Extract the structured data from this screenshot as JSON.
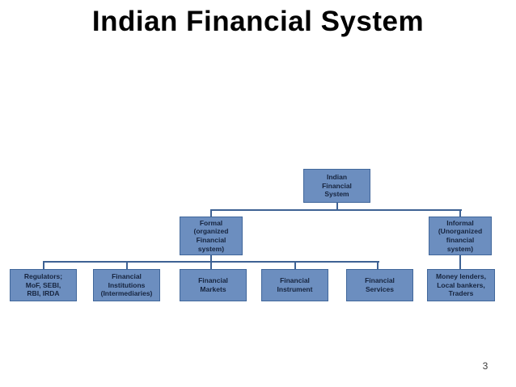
{
  "slide": {
    "title": "Indian Financial System",
    "page_number": "3"
  },
  "colors": {
    "box_fill": "#6C8EBF",
    "box_border": "#41679B",
    "connector": "#3E6294",
    "box_text": "#16243E",
    "title_text": "#000000",
    "page_number_text": "#3C3C3C",
    "background": "#FFFFFF"
  },
  "diagram": {
    "nodes": {
      "root": {
        "label": "Indian\nFinancial\nSystem"
      },
      "formal": {
        "label": "Formal\n(organized\nFinancial\nsystem)"
      },
      "informal": {
        "label": "Informal\n(Unorganized\nfinancial\nsystem)"
      },
      "regulators": {
        "label": "Regulators;\nMoF, SEBI,\nRBI, IRDA"
      },
      "institutions": {
        "label": "Financial\nInstitutions\n(Intermediaries)"
      },
      "markets": {
        "label": "Financial\nMarkets"
      },
      "instrument": {
        "label": "Financial\nInstrument"
      },
      "services": {
        "label": "Financial\nServices"
      },
      "money_lenders": {
        "label": "Money lenders,\nLocal bankers,\nTraders"
      }
    },
    "hierarchy": {
      "root": [
        "formal",
        "informal"
      ],
      "formal": [
        "regulators",
        "institutions",
        "markets",
        "instrument",
        "services"
      ],
      "informal": [
        "money_lenders"
      ]
    }
  }
}
